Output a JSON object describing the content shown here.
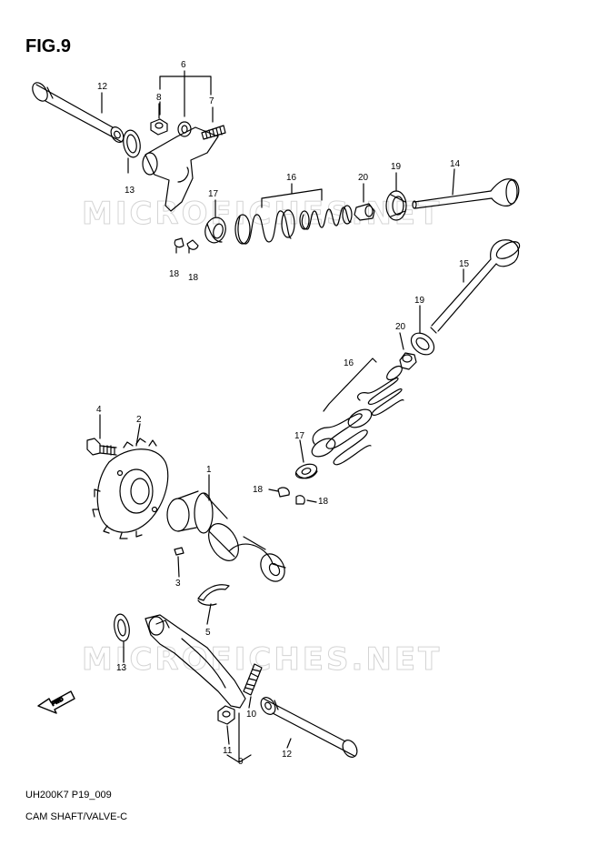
{
  "figure": {
    "title": "FIG.9",
    "code": "UH200K7 P19_009",
    "caption": "CAM SHAFT/VALVE-C",
    "watermark": "MICROFICHES.NET",
    "fwd_label": "FWD"
  },
  "callouts": {
    "c1": "1",
    "c2": "2",
    "c3": "3",
    "c4": "4",
    "c5": "5",
    "c6": "6",
    "c7": "7",
    "c8": "8",
    "c9": "9",
    "c10": "10",
    "c11": "11",
    "c12a": "12",
    "c12b": "12",
    "c13a": "13",
    "c13b": "13",
    "c14": "14",
    "c15": "15",
    "c16a": "16",
    "c16b": "16",
    "c17a": "17",
    "c17b": "17",
    "c18a": "18",
    "c18b": "18",
    "c18c": "18",
    "c18d": "18",
    "c19a": "19",
    "c19b": "19",
    "c20a": "20",
    "c20b": "20"
  }
}
